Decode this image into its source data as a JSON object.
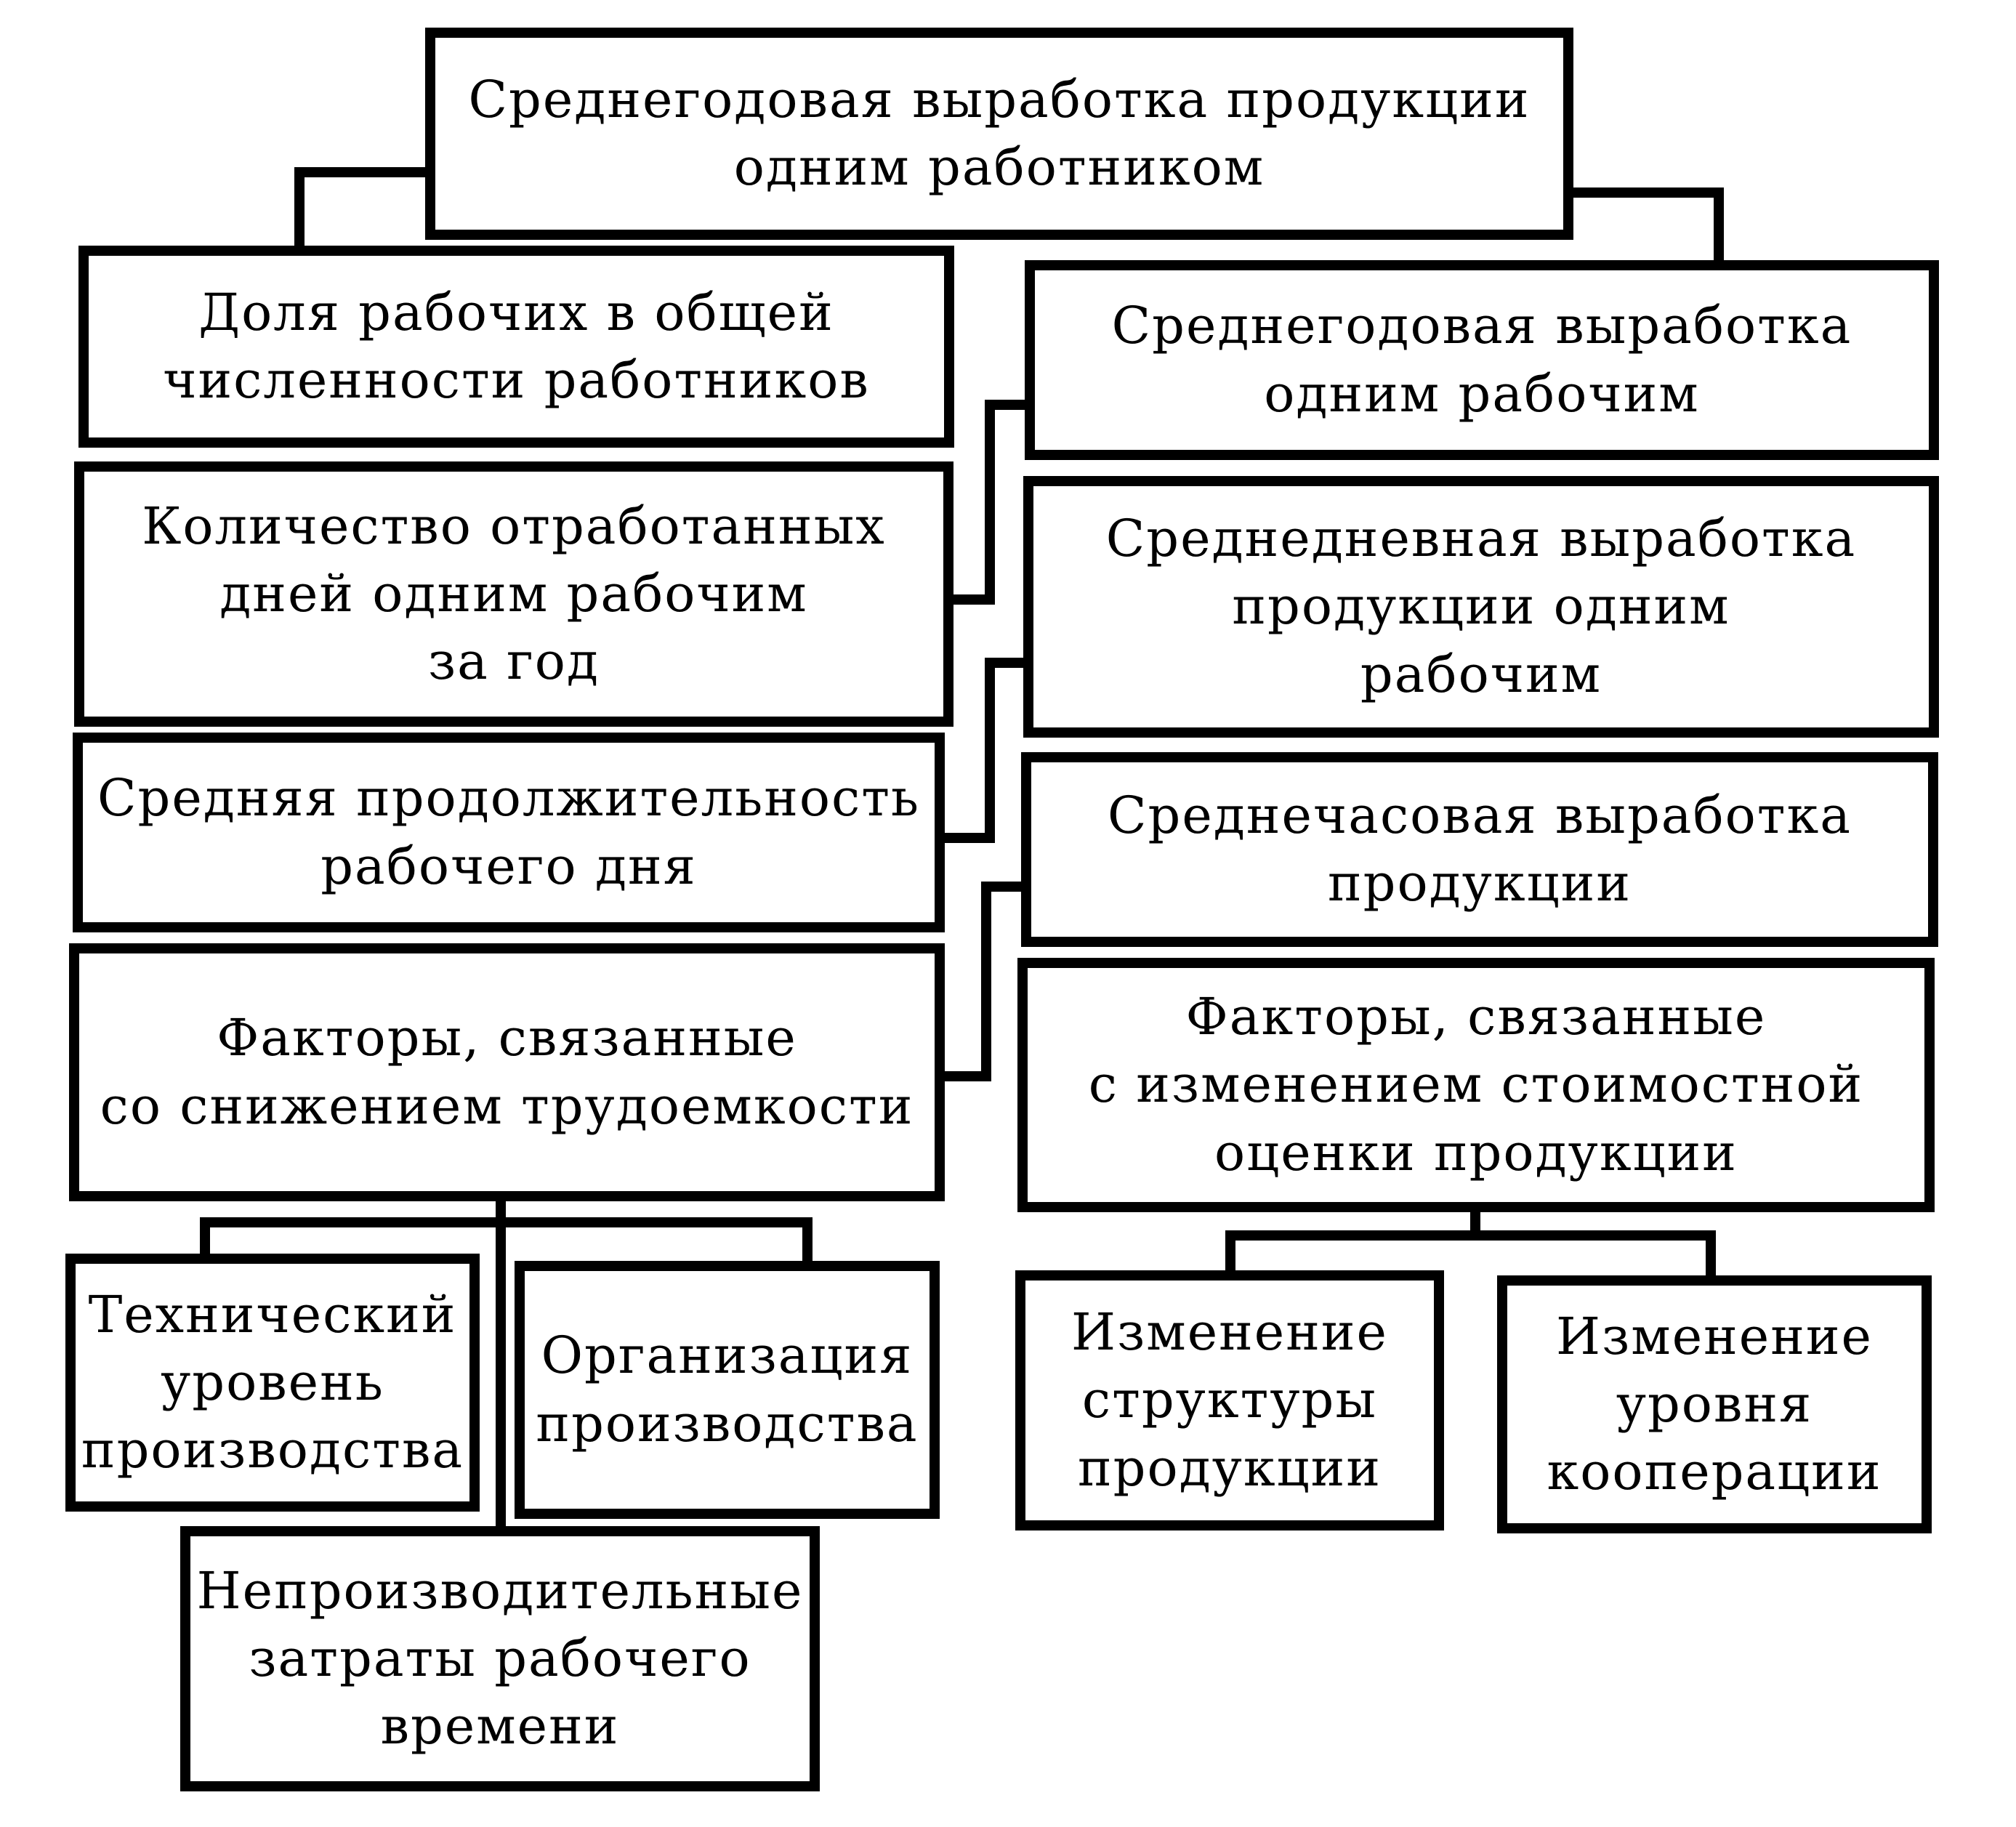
{
  "nodes": {
    "root": "Среднегодовая выработка продукции\nодним работником",
    "worker_share": "Доля рабочих в общей\nчисленности работников",
    "annual_per_worker": "Среднегодовая выработка\nодним рабочим",
    "days_worked": "Количество отработанных\nдней одним рабочим\nза год",
    "daily_output": "Среднедневная выработка\nпродукции одним\nрабочим",
    "workday_length": "Средняя продолжительность\nрабочего дня",
    "hourly_output": "Среднечасовая выработка\nпродукции",
    "labor_factors": "Факторы, связанные\nсо снижением трудоемкости",
    "value_factors": "Факторы, связанные\nс изменением стоимостной\nоценки продукции",
    "tech_level": "Технический\nуровень\nпроизводства",
    "organization": "Организация\nпроизводства",
    "unproductive": "Непроизводительные\nзатраты рабочего\nвремени",
    "structure_change": "Изменение\nструктуры\nпродукции",
    "cooperation_change": "Изменение\nуровня\nкооперации"
  }
}
